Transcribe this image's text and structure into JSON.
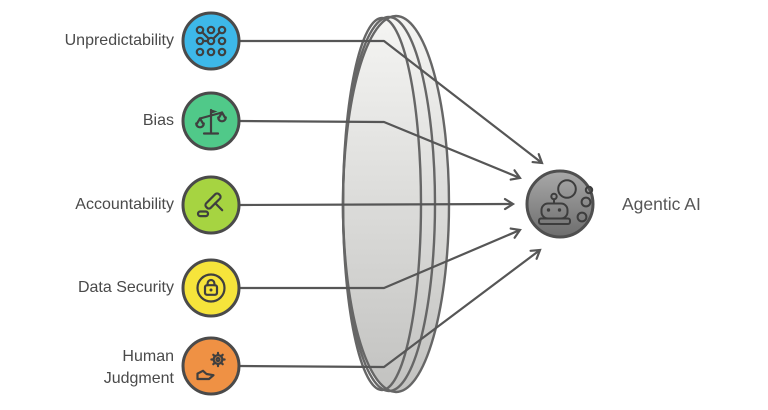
{
  "diagram": {
    "background": "#ffffff",
    "line_color": "#565656",
    "label_color": "#4a4a4a",
    "items": [
      {
        "label": "Unpredictability",
        "icon": "network-nodes-icon",
        "color": "#3db8e9"
      },
      {
        "label": "Bias",
        "icon": "balance-scale-icon",
        "color": "#50c989"
      },
      {
        "label": "Accountability",
        "icon": "gavel-icon",
        "color": "#a6d441"
      },
      {
        "label": "Data Security",
        "icon": "padlock-icon",
        "color": "#f6e43b"
      },
      {
        "label": "Human\nJudgment",
        "icon": "gear-hand-icon",
        "color": "#ef9144"
      }
    ],
    "lens": {
      "fill_top": "#f5f5f3",
      "fill_bottom": "#c2c2c0",
      "stroke": "#666666"
    },
    "target": {
      "label": "Agentic AI",
      "icon": "robot-icon",
      "fill_top": "#a9a9a9",
      "fill_bottom": "#6d6d6d",
      "stroke": "#4f4f4f"
    }
  }
}
